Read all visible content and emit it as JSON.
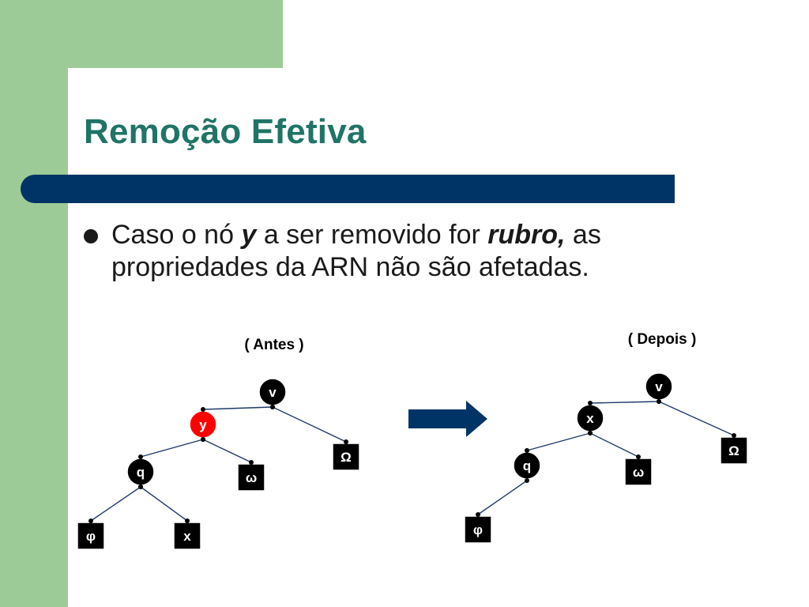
{
  "slide": {
    "title": "Remoção Efetiva",
    "bullet": {
      "part1": "Caso o nó ",
      "y": "y",
      "part2": " a ser removido for ",
      "rubro": "rubro,",
      "part3": " as propriedades da ARN não são afetadas."
    }
  },
  "colors": {
    "accent_green": "#9dcb97",
    "title_color": "#1f7466",
    "bar_navy": "#003466",
    "red_node": "#ff0000",
    "black_node": "#000000"
  },
  "diagram": {
    "before": {
      "caption": "( Antes )",
      "nodes": [
        {
          "id": "v",
          "label": "v",
          "shape": "circle",
          "color": "black"
        },
        {
          "id": "y",
          "label": "y",
          "shape": "circle",
          "color": "red"
        },
        {
          "id": "Omega",
          "label": "Ω",
          "shape": "square",
          "color": "black"
        },
        {
          "id": "q",
          "label": "q",
          "shape": "circle",
          "color": "black"
        },
        {
          "id": "omega",
          "label": "ω",
          "shape": "square",
          "color": "black"
        },
        {
          "id": "phi",
          "label": "φ",
          "shape": "square",
          "color": "black"
        },
        {
          "id": "x",
          "label": "x",
          "shape": "square",
          "color": "black"
        }
      ],
      "edges": [
        [
          "v",
          "y"
        ],
        [
          "v",
          "Omega"
        ],
        [
          "y",
          "q"
        ],
        [
          "y",
          "omega"
        ],
        [
          "q",
          "phi"
        ],
        [
          "q",
          "x"
        ]
      ]
    },
    "arrow": "right-arrow",
    "after": {
      "caption": "( Depois )",
      "nodes": [
        {
          "id": "v",
          "label": "v",
          "shape": "circle",
          "color": "black"
        },
        {
          "id": "x",
          "label": "x",
          "shape": "circle",
          "color": "black"
        },
        {
          "id": "Omega",
          "label": "Ω",
          "shape": "square",
          "color": "black"
        },
        {
          "id": "q",
          "label": "q",
          "shape": "circle",
          "color": "black"
        },
        {
          "id": "omega",
          "label": "ω",
          "shape": "square",
          "color": "black"
        },
        {
          "id": "phi",
          "label": "φ",
          "shape": "square",
          "color": "black"
        }
      ],
      "edges": [
        [
          "v",
          "x"
        ],
        [
          "v",
          "Omega"
        ],
        [
          "x",
          "q"
        ],
        [
          "x",
          "omega"
        ],
        [
          "q",
          "phi"
        ]
      ]
    }
  }
}
